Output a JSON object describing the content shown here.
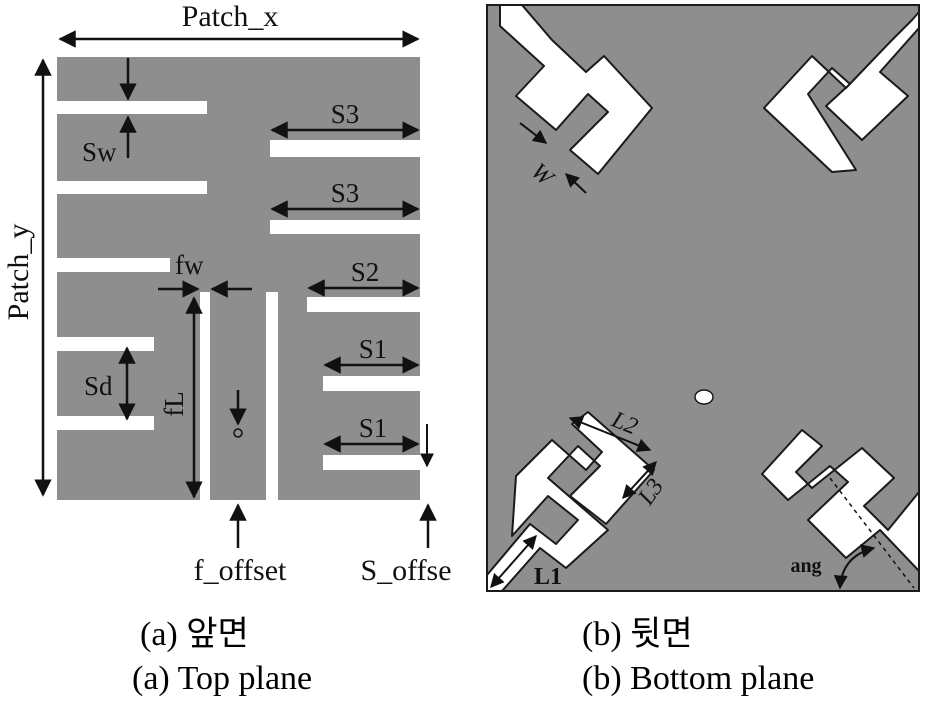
{
  "colors": {
    "copper": "#8e8e8e",
    "substrate": "#ffffff",
    "line": "#111111",
    "outline": "#1a1a1a"
  },
  "top_plane": {
    "labels": {
      "patch_x": "Patch_x",
      "patch_y": "Patch_y",
      "s_w": "Sw",
      "s3_a": "S3",
      "s3_b": "S3",
      "f_w": "fw",
      "s2": "S2",
      "s_d": "Sd",
      "f_l": "fL",
      "s1_a": "S1",
      "s1_b": "S1",
      "f_offset": "f_offset",
      "s_offset": "S_offse"
    }
  },
  "bottom_plane": {
    "labels": {
      "w": "W",
      "l2": "L2",
      "l3": "L3",
      "l1": "L1",
      "ang": "ang"
    }
  },
  "captions": {
    "a_korean": "(a) 앞면",
    "b_korean": "(b) 뒷면",
    "a_english": "(a) Top plane",
    "b_english": "(b) Bottom plane"
  }
}
